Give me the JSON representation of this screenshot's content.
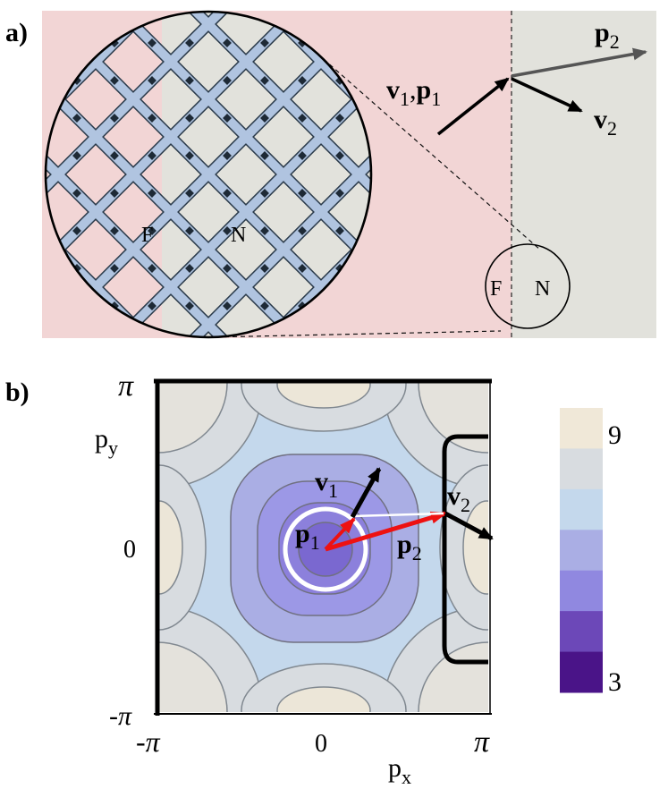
{
  "panel_a": {
    "label": "a)",
    "inset_labels": {
      "left": "F",
      "right": "N"
    },
    "small_circle_labels": {
      "left": "F",
      "right": "N"
    },
    "incoming_v": "v",
    "incoming_v_sub": "1",
    "incoming_sep": ",",
    "incoming_p": "p",
    "incoming_p_sub": "1",
    "out_p": "p",
    "out_p_sub": "2",
    "out_v": "v",
    "out_v_sub": "2",
    "colors": {
      "ferromagnet": "#f2d5d5",
      "normal": "#e2e2dc",
      "bond": "#b0c4e0"
    }
  },
  "panel_b": {
    "label": "b)",
    "y_axis": {
      "label": "p",
      "label_sub": "y",
      "ticks": [
        "-π",
        "0",
        "π"
      ]
    },
    "x_axis": {
      "label": "p",
      "label_sub": "x",
      "ticks": [
        "-π",
        "0",
        "π"
      ]
    },
    "vectors": {
      "v1": {
        "text": "v",
        "sub": "1"
      },
      "p1": {
        "text": "p",
        "sub": "1"
      },
      "v2": {
        "text": "v",
        "sub": "2"
      },
      "p2": {
        "text": "p",
        "sub": "2"
      }
    },
    "colorbar": {
      "max_label": "9",
      "min_label": "3",
      "levels": [
        "#f0e8d8",
        "#d8dce0",
        "#c4d8ec",
        "#aaaee4",
        "#9088e0",
        "#6c48b8",
        "#4a1488"
      ]
    }
  }
}
